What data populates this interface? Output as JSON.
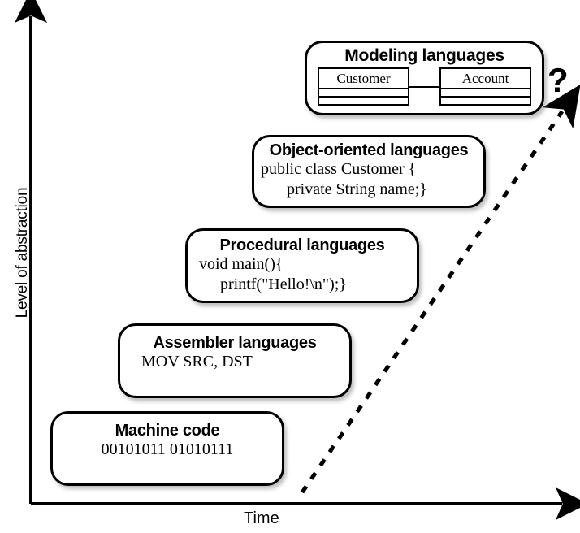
{
  "axes": {
    "y_label": "Level of abstraction",
    "x_label": "Time"
  },
  "annotation": {
    "question_mark": "?"
  },
  "steps": [
    {
      "id": "machine",
      "title": "Machine code",
      "lines": [
        "00101011 01010111"
      ]
    },
    {
      "id": "assembler",
      "title": "Assembler languages",
      "lines": [
        "MOV SRC, DST"
      ]
    },
    {
      "id": "procedural",
      "title": "Procedural languages",
      "lines": [
        "void main(){",
        "printf(\"Hello!\\n\");}"
      ]
    },
    {
      "id": "object-oriented",
      "title": "Object-oriented languages",
      "lines": [
        "public class Customer {",
        "private String name;}"
      ]
    },
    {
      "id": "modeling",
      "title": "Modeling languages",
      "uml": {
        "classes": [
          {
            "name": "Customer",
            "compartments": 2
          },
          {
            "name": "Account",
            "compartments": 2
          }
        ]
      }
    }
  ],
  "colors": {
    "stroke": "#000000",
    "fill": "#ffffff",
    "shadow": "#8c8c8c"
  }
}
